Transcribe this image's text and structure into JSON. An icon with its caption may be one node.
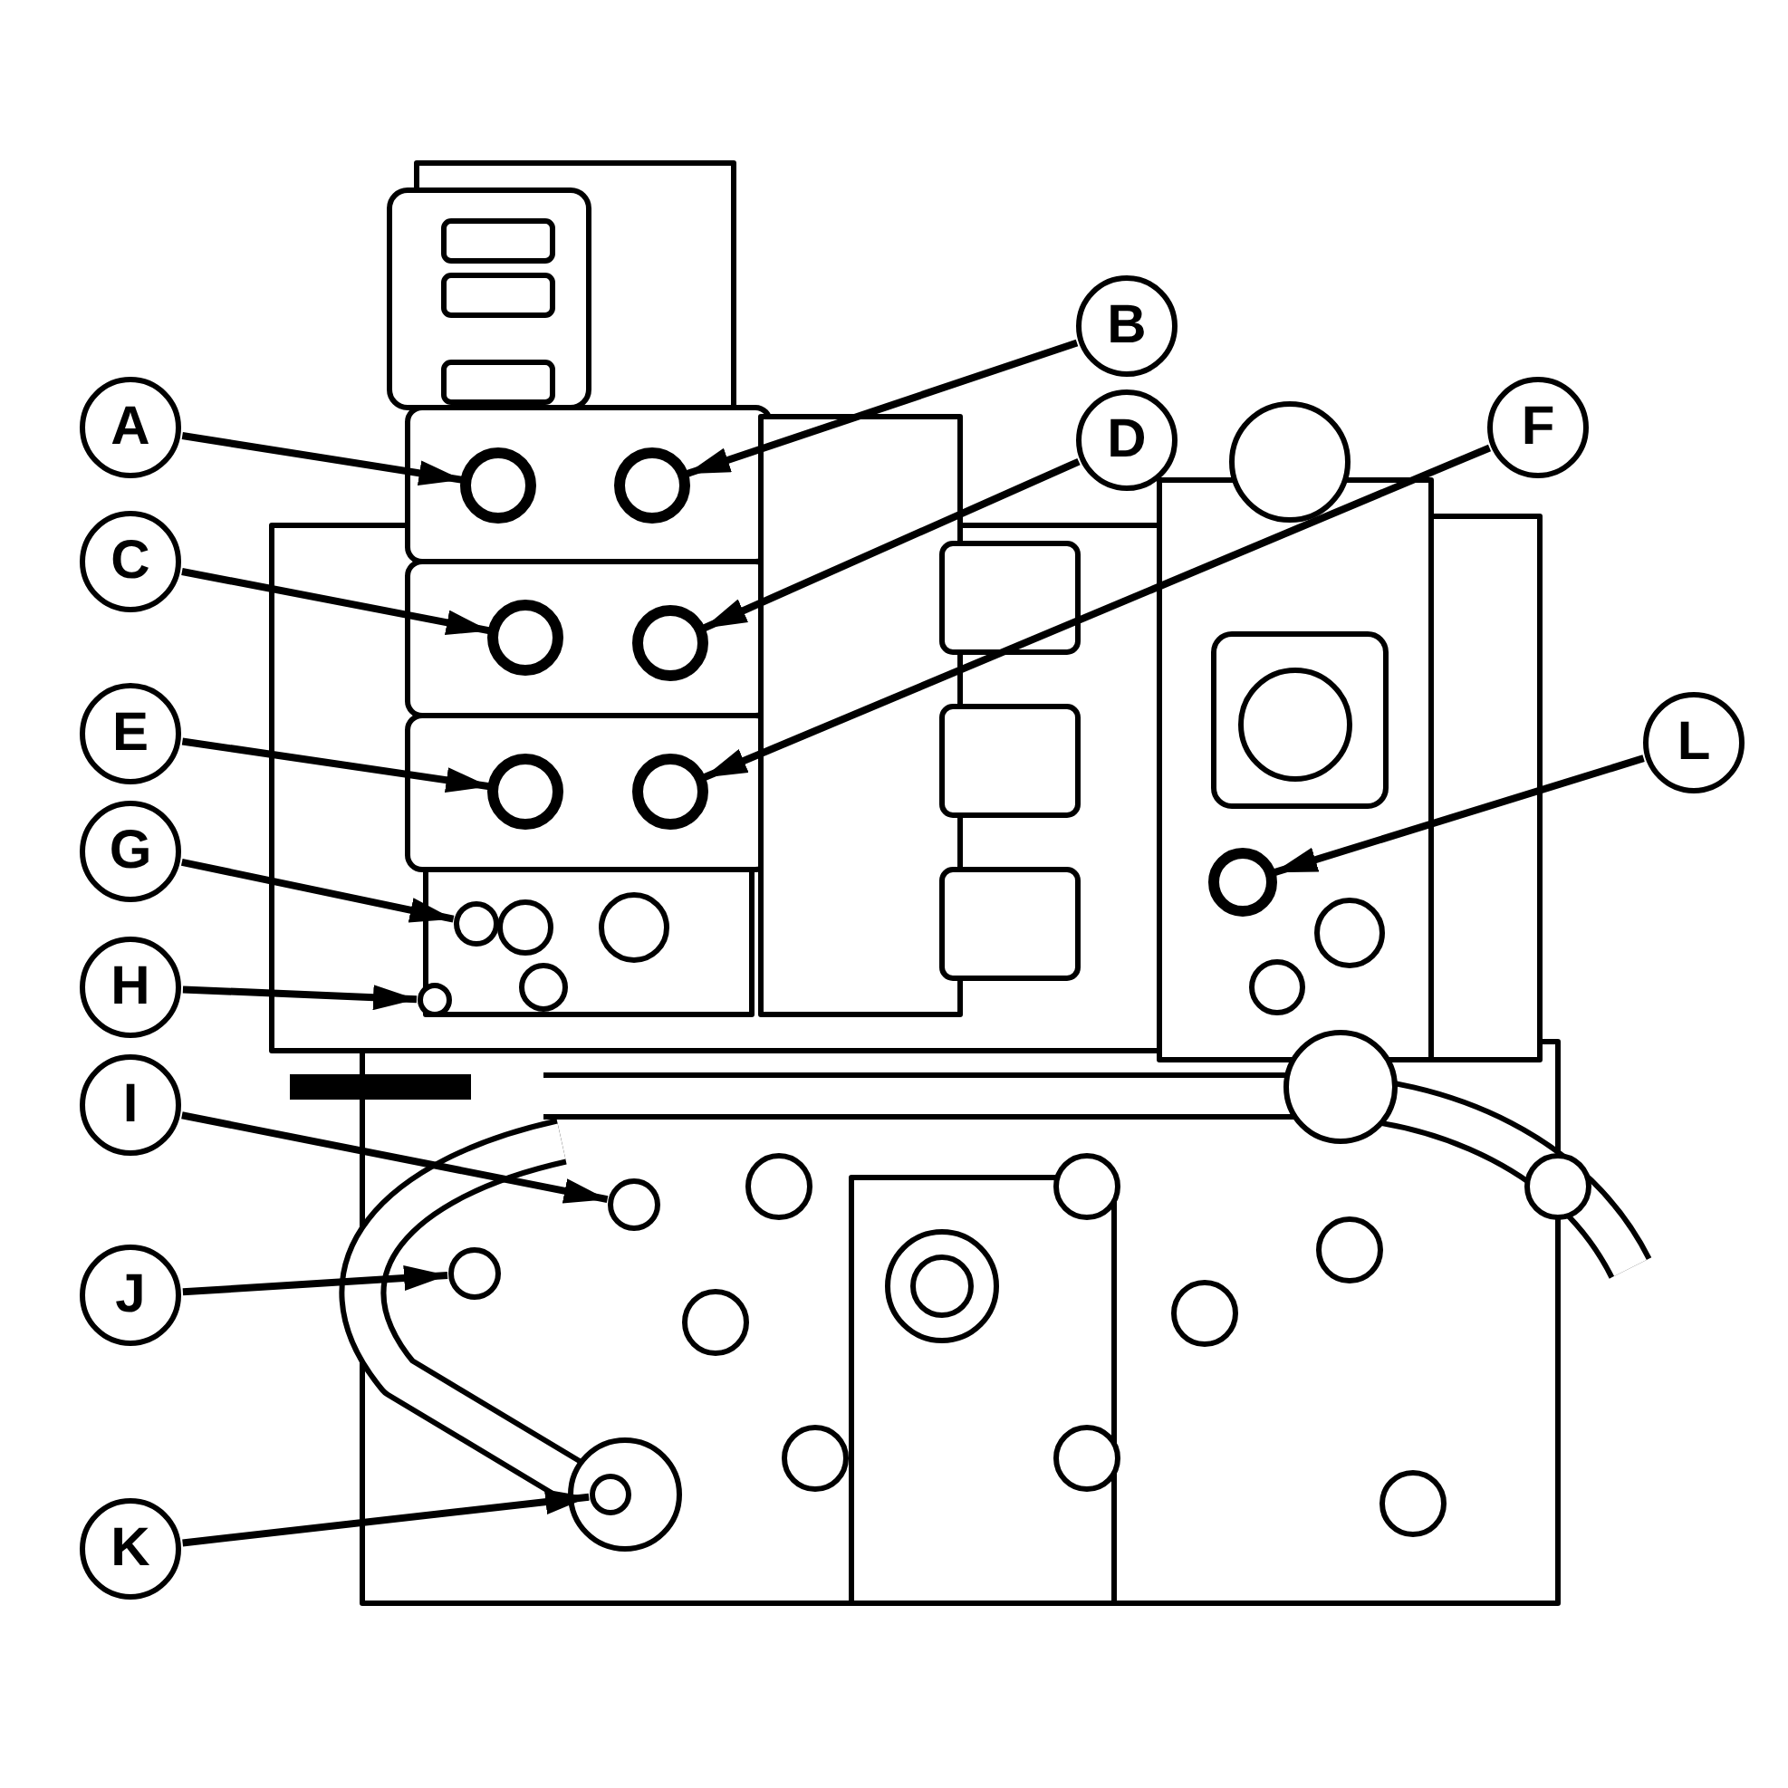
{
  "diagram": {
    "nodes": [
      {
        "text": [
          "A"
        ]
      },
      {
        "text": [
          "B"
        ]
      },
      {
        "text": [
          "C"
        ]
      },
      {
        "text": [
          "D"
        ]
      },
      {
        "text": [
          "E"
        ]
      },
      {
        "text": [
          "F"
        ]
      },
      {
        "text": [
          "G"
        ]
      },
      {
        "text": [
          "H"
        ]
      },
      {
        "text": [
          "I"
        ]
      },
      {
        "text": [
          "J"
        ]
      },
      {
        "text": [
          "K"
        ]
      },
      {
        "text": [
          "L"
        ]
      },
      {
        "text": [],
        "shape": "circle"
      },
      {
        "text": [],
        "shape": "circle"
      },
      {
        "text": [],
        "shape": "circle"
      },
      {
        "text": [],
        "shape": "circle"
      },
      {
        "text": [],
        "shape": "circle"
      },
      {
        "text": [],
        "shape": "circle"
      },
      {
        "text": [],
        "shape": "circle"
      },
      {
        "text": [],
        "shape": "circle"
      },
      {
        "text": [],
        "shape": "circle"
      },
      {
        "text": [],
        "shape": "circle"
      },
      {
        "text": [],
        "shape": "circle"
      },
      {
        "text": [],
        "shape": "circle"
      }
    ],
    "edges": [
      {
        "from": 0,
        "to": 12,
        "arrow": "to"
      },
      {
        "from": 1,
        "to": 13,
        "arrow": "to"
      },
      {
        "from": 2,
        "to": 14,
        "arrow": "to"
      },
      {
        "from": 3,
        "to": 15,
        "arrow": "to"
      },
      {
        "from": 4,
        "to": 16,
        "arrow": "to"
      },
      {
        "from": 5,
        "to": 17,
        "arrow": "to"
      },
      {
        "from": 6,
        "to": 18,
        "arrow": "to"
      },
      {
        "from": 7,
        "to": 19,
        "arrow": "to"
      },
      {
        "from": 8,
        "to": 20,
        "arrow": "to"
      },
      {
        "from": 9,
        "to": 21,
        "arrow": "to"
      },
      {
        "from": 10,
        "to": 22,
        "arrow": "to"
      },
      {
        "from": 11,
        "to": 23,
        "arrow": "to"
      }
    ]
  }
}
